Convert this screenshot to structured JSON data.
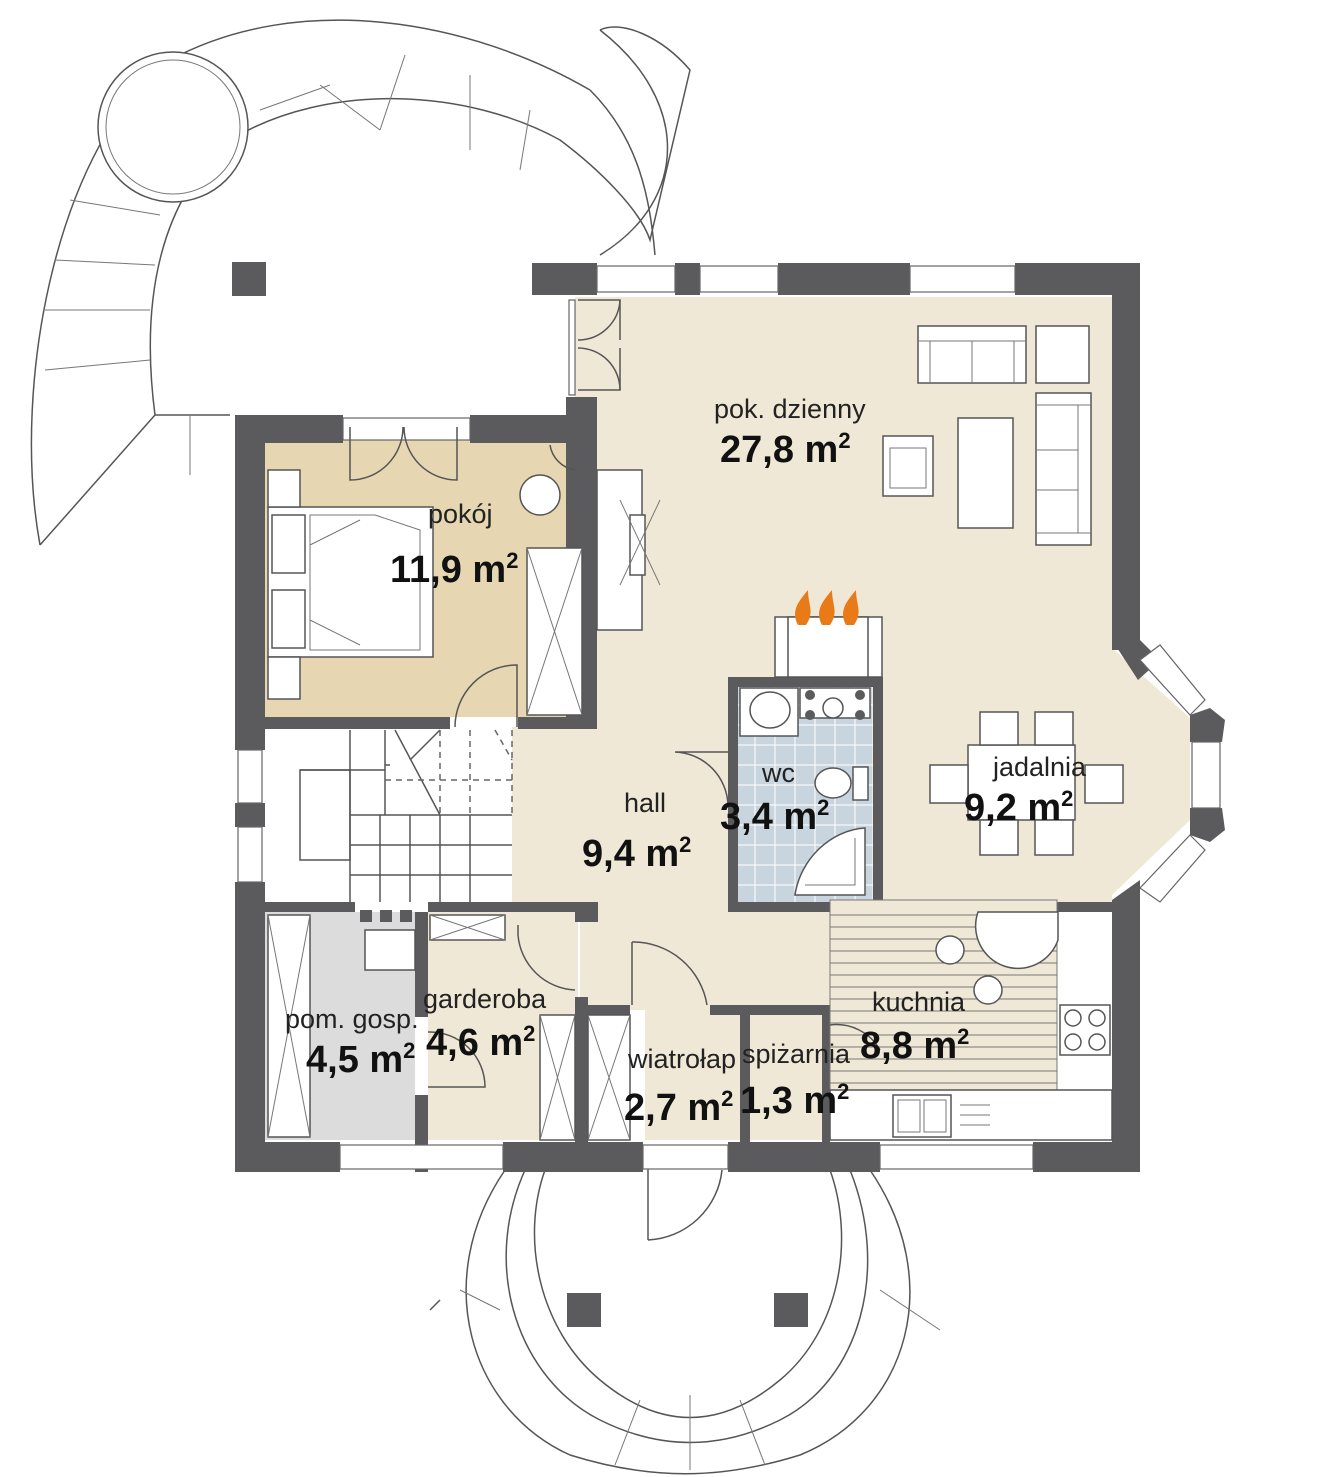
{
  "rooms": {
    "pok_dzienny": {
      "name": "pok. dzienny",
      "area": "27,8 m",
      "sup": "2"
    },
    "pokoj": {
      "name": "pokój",
      "area": "11,9 m",
      "sup": "2"
    },
    "hall": {
      "name": "hall",
      "area": "9,4 m",
      "sup": "2"
    },
    "wc": {
      "name": "wc",
      "area": "3,4 m",
      "sup": "2"
    },
    "jadalnia": {
      "name": "jadalnia",
      "area": "9,2 m",
      "sup": "2"
    },
    "kuchnia": {
      "name": "kuchnia",
      "area": "8,8 m",
      "sup": "2"
    },
    "pom_gosp": {
      "name": "pom. gosp.",
      "area": "4,5 m",
      "sup": "2"
    },
    "garderoba": {
      "name": "garderoba",
      "area": "4,6 m",
      "sup": "2"
    },
    "wiatrolap": {
      "name": "wiatrołap",
      "area": "2,7 m",
      "sup": "2"
    },
    "spizarnia": {
      "name": "spiżarnia",
      "area": "1,3 m",
      "sup": "2"
    }
  },
  "colors": {
    "wall": "#5b5b5e",
    "living_floor": "#f0e8d6",
    "bedroom_floor": "#e6d7b2",
    "wc_tiles": "#c9d5de",
    "utility_floor": "#dcdcdc",
    "fireplace_flame": "#e87a18"
  }
}
